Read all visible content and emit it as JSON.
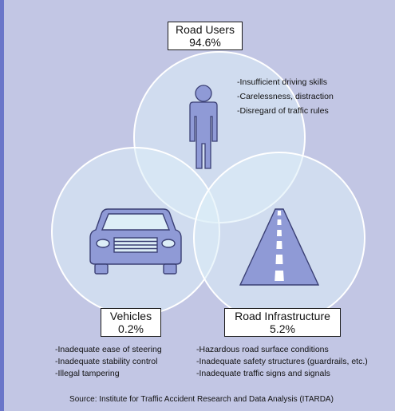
{
  "road_users": {
    "title": "Road Users",
    "percent": "94.6%",
    "factors": [
      "-Insufficient driving skills",
      "-Carelessness, distraction",
      "-Disregard of traffic rules"
    ]
  },
  "vehicles": {
    "title": "Vehicles",
    "percent": "0.2%",
    "factors": [
      "-Inadequate ease of steering",
      "-Inadequate stability control",
      "-Illegal tampering"
    ]
  },
  "road_infrastructure": {
    "title": "Road Infrastructure",
    "percent": "5.2%",
    "factors": [
      "-Hazardous road surface conditions",
      "-Inadequate safety structures (guardrails, etc.)",
      "-Inadequate traffic signs and signals"
    ]
  },
  "source": "Source: Institute for Traffic Accident Research and Data Analysis (ITARDA)",
  "colors": {
    "background": "#c2c6e4",
    "circle_fill": "#ddeef7",
    "circle_stroke": "#ffffff",
    "icon_fill": "#8f9ad6",
    "icon_stroke": "#3a3f74",
    "accent_border": "#6a76c9"
  }
}
